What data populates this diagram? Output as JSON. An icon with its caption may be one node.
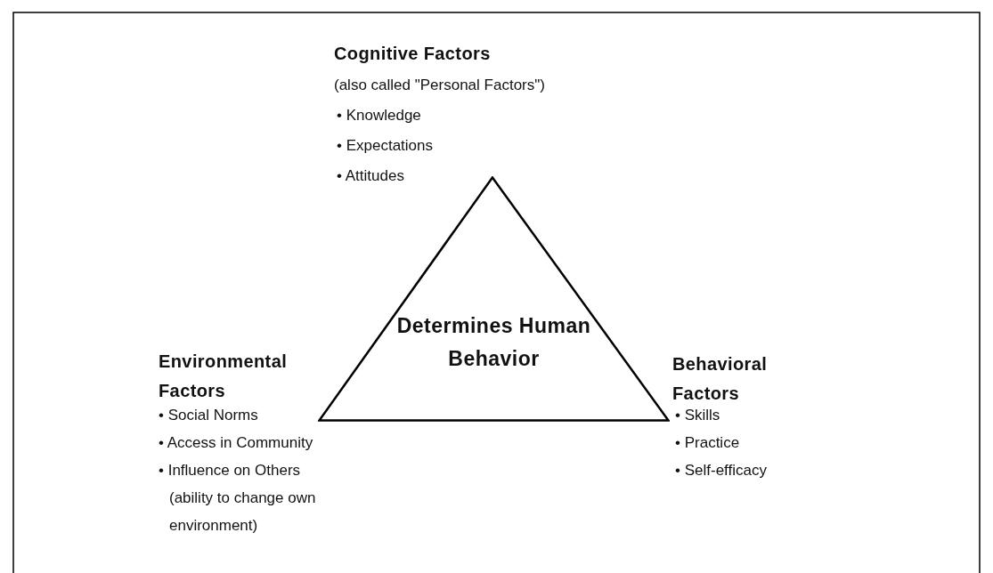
{
  "diagram": {
    "nodes": [
      {
        "text": [
          "Determines Human Behavior"
        ]
      }
    ],
    "edges": [],
    "labels": [
      "Cognitive Factors",
      "(also called \"Personal Factors\")",
      "• Knowledge",
      "• Expectations",
      "• Attitudes",
      "Environmental Factors",
      "• Social Norms",
      "• Access in Community",
      "• Influence on Others",
      "(ability to change own environment)",
      "Behavioral Factors",
      "• Skills",
      "• Practice",
      "• Self-efficacy"
    ]
  }
}
